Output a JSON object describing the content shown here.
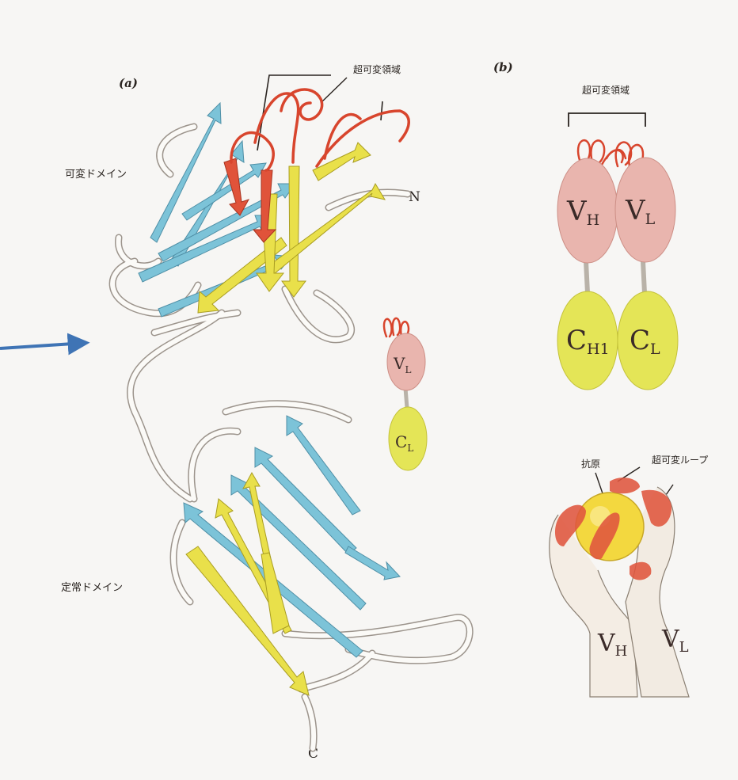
{
  "panel_a": {
    "label": "(a)",
    "hypervariable_label": "超可変領域",
    "variable_domain_label": "可変ドメイン",
    "constant_domain_label": "定常ドメイン",
    "n_terminus": "N",
    "c_terminus": "C"
  },
  "small_schematic": {
    "vl": {
      "main": "V",
      "sub": "L"
    },
    "cl": {
      "main": "C",
      "sub": "L"
    }
  },
  "panel_b": {
    "label": "(b)",
    "hypervariable_label": "超可変領域",
    "vh": {
      "main": "V",
      "sub": "H"
    },
    "vl": {
      "main": "V",
      "sub": "L"
    },
    "ch1": {
      "main": "C",
      "sub": "H1"
    },
    "cl": {
      "main": "C",
      "sub": "L"
    }
  },
  "hand_illustration": {
    "antigen_label": "抗原",
    "hypervariable_loop_label": "超可変ループ",
    "vh": {
      "main": "V",
      "sub": "H"
    },
    "vl": {
      "main": "V",
      "sub": "L"
    }
  },
  "colors": {
    "beta_strand_blue": "#7cc3d8",
    "beta_strand_yellow": "#e9e04a",
    "hypervariable_red": "#e0533a",
    "v_domain_pink": "#e9b5ae",
    "c_domain_yellow": "#e4e557",
    "annotation_arrow": "#3f74b5",
    "loop_outline": "#9c948c"
  }
}
